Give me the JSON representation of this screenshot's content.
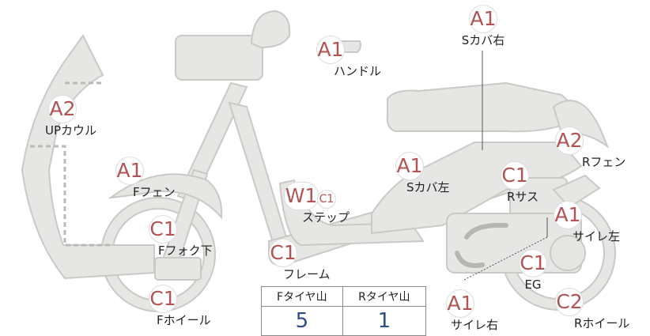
{
  "callouts": {
    "s_cover_right": {
      "grade": "A1",
      "label": "Sカバ右"
    },
    "handle": {
      "grade": "A1",
      "label": "ハンドル"
    },
    "up_cowl": {
      "grade": "A2",
      "label": "UPカウル"
    },
    "r_fender": {
      "grade": "A2",
      "label": "Rフェン"
    },
    "f_fender": {
      "grade": "A1",
      "label": "Fフェン"
    },
    "s_cover_left": {
      "grade": "A1",
      "label": "Sカバ左"
    },
    "r_suspension": {
      "grade": "C1",
      "label": "Rサス"
    },
    "step": {
      "grade": "W1",
      "grade_extra": "C1",
      "label": "ステップ"
    },
    "muffler_left": {
      "grade": "A1",
      "label": "サイレ左"
    },
    "fork_lower": {
      "grade": "C1",
      "label": "Fフォク下"
    },
    "frame": {
      "grade": "C1",
      "label": "フレーム"
    },
    "engine": {
      "grade": "C1",
      "label": "EG"
    },
    "f_wheel": {
      "grade": "C1",
      "label": "Fホイール"
    },
    "r_wheel": {
      "grade": "C2",
      "label": "Rホイール"
    },
    "muffler_right": {
      "grade": "A1",
      "label": "サイレ右"
    }
  },
  "tread_table": {
    "headers": [
      "Fタイヤ山",
      "Rタイヤ山"
    ],
    "values": [
      "5",
      "1"
    ]
  },
  "colors": {
    "part_fill": "#e6e6e4",
    "part_stroke": "#c9c9c6",
    "grade_text": "#b05454",
    "tread_value": "#2f4d86"
  }
}
